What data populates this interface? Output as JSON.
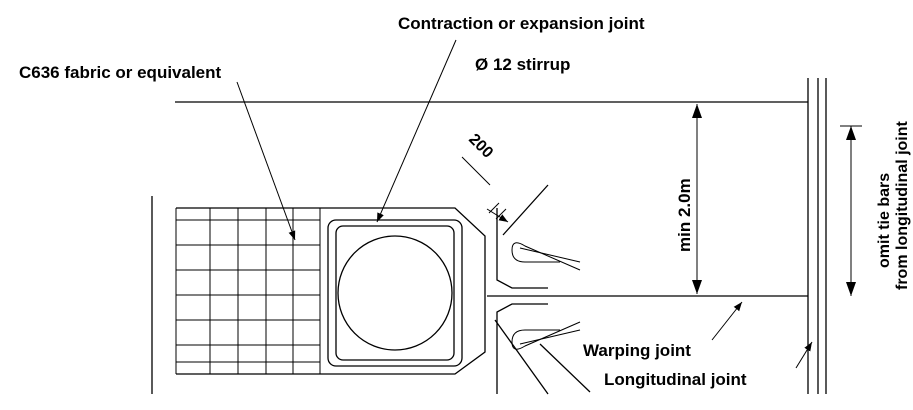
{
  "labels": {
    "joint_type": "Contraction or expansion joint",
    "stirrup": "Ø 12 stirrup",
    "fabric": "C636 fabric or equivalent",
    "dim_200": "200",
    "min_width": "min 2.0m",
    "omit_tie_bars_line1": "omit tie bars",
    "omit_tie_bars_line2": "from longitudinal joint",
    "warping_joint": "Warping joint",
    "longitudinal_joint": "Longitudinal joint"
  },
  "colors": {
    "ink": "#000000",
    "background": "#ffffff"
  }
}
